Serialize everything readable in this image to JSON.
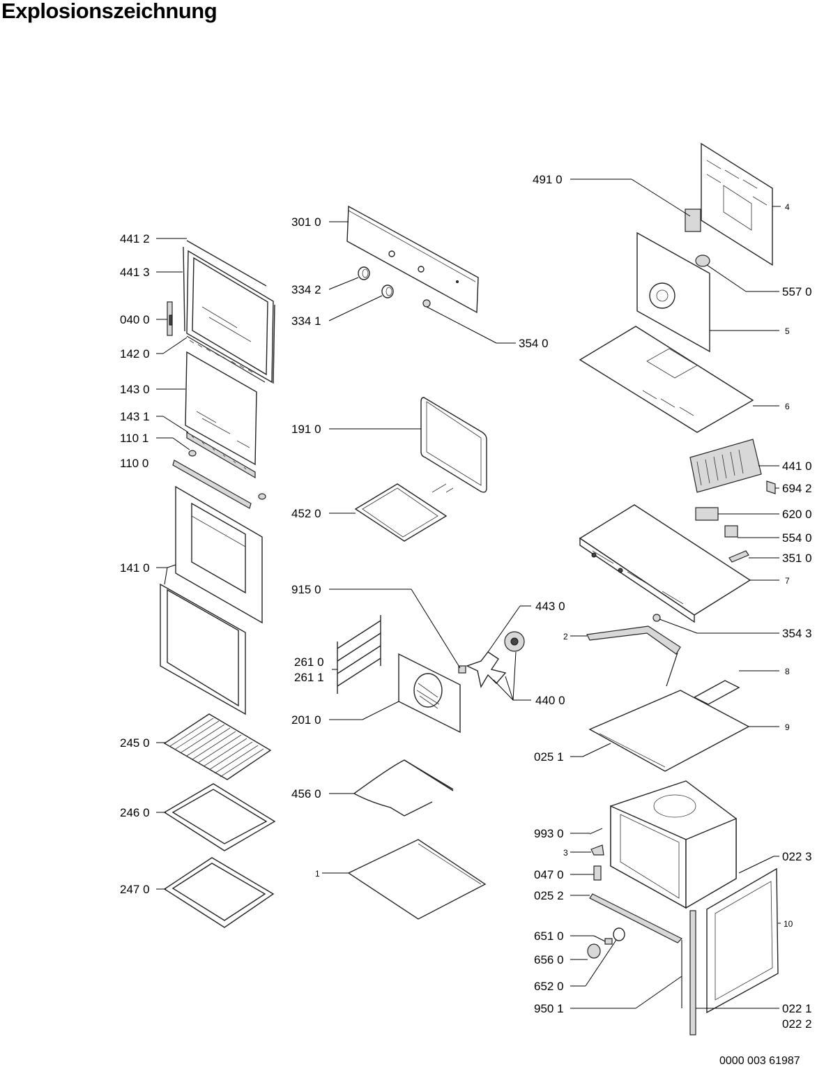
{
  "title": "Explosionszeichnung",
  "doc_number": "0000 003 61987",
  "labels": {
    "l4412": "441 2",
    "l4413": "441 3",
    "l0400": "040 0",
    "l1420": "142 0",
    "l1430": "143 0",
    "l1431": "143 1",
    "l1101": "110 1",
    "l1100": "110 0",
    "l1410": "141 0",
    "l2450": "245 0",
    "l2460": "246 0",
    "l2470": "247 0",
    "l3010": "301 0",
    "l3342": "334 2",
    "l3341": "334 1",
    "l3540": "354 0",
    "l1910": "191 0",
    "l4520": "452 0",
    "l9150": "915 0",
    "l4430": "443 0",
    "l2610": "261 0",
    "l2611": "261 1",
    "l4400": "440 0",
    "l2010": "201 0",
    "l4560": "456 0",
    "l1": "1",
    "l4910": "491 0",
    "l4": "4",
    "l5570": "557 0",
    "l5": "5",
    "l6": "6",
    "l4410": "441 0",
    "l6942": "694 2",
    "l6200": "620 0",
    "l5540": "554 0",
    "l3510": "351 0",
    "l7": "7",
    "l3543": "354 3",
    "l2": "2",
    "l8": "8",
    "l9": "9",
    "l0251": "025 1",
    "l9930": "993 0",
    "l3": "3",
    "l0223": "022 3",
    "l0470": "047 0",
    "l0252": "025 2",
    "l10": "10",
    "l6510": "651 0",
    "l6560": "656 0",
    "l6520": "652 0",
    "l9501": "950 1",
    "l0221": "022 1",
    "l0222": "022 2"
  }
}
